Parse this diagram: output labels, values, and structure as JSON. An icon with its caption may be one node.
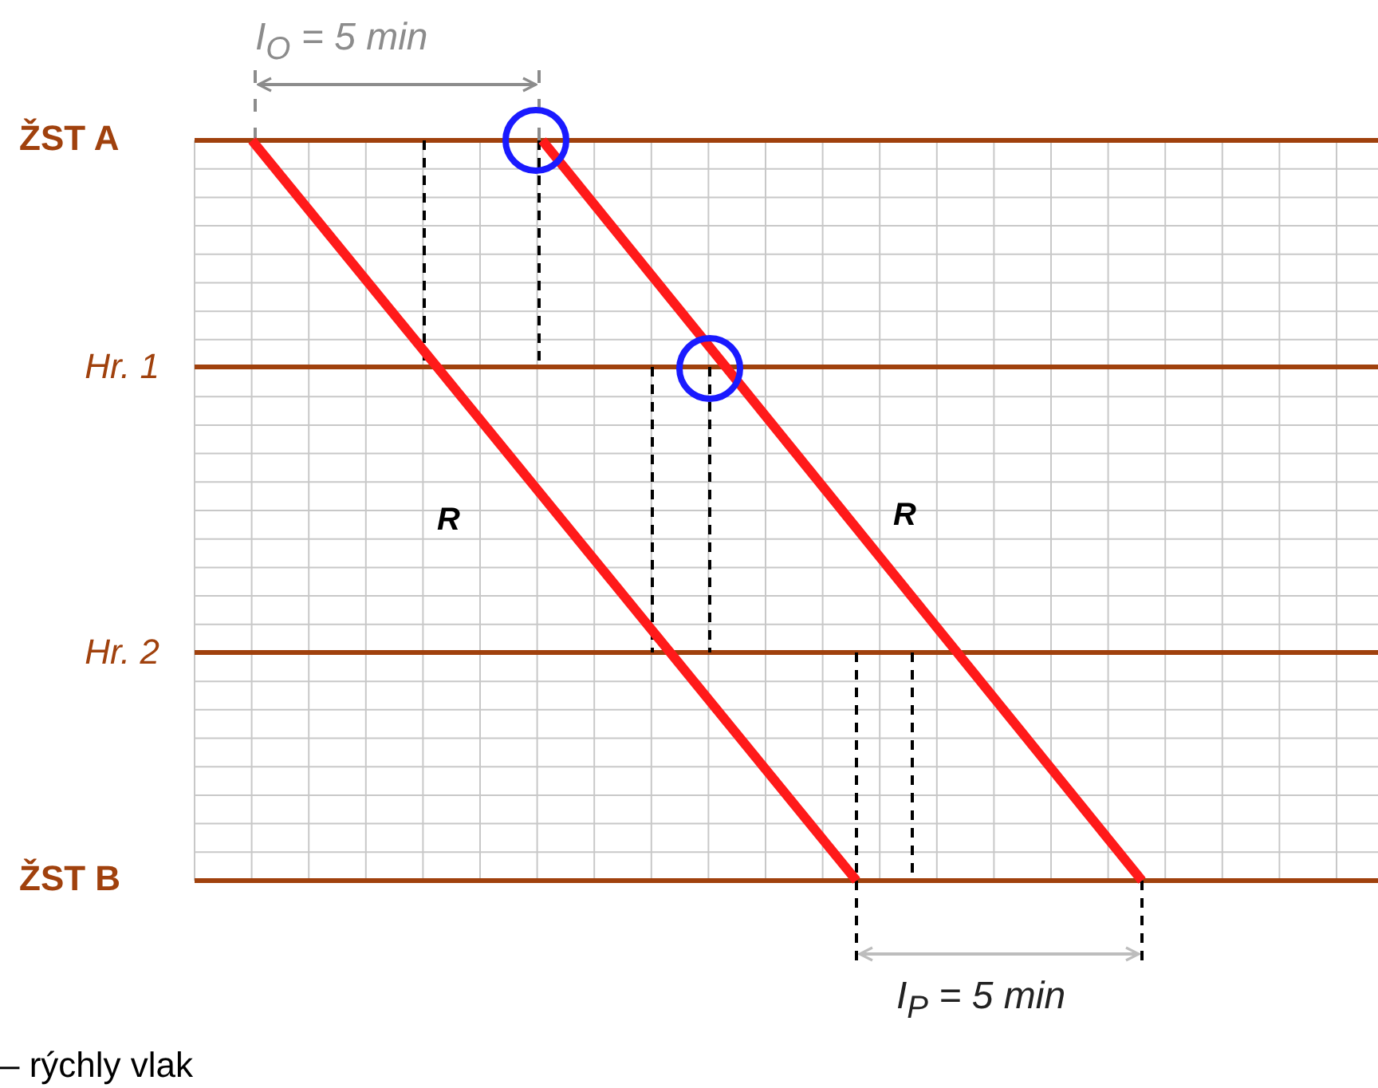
{
  "diagram": {
    "labels": [
      "I$_{O}$ = 5 min",
      "ŽST A",
      "Hr. 1",
      "R",
      "R",
      "Hr. 2",
      "ŽST B",
      "I$_{P}$ = 5 min",
      "– rýchly vlak"
    ]
  }
}
